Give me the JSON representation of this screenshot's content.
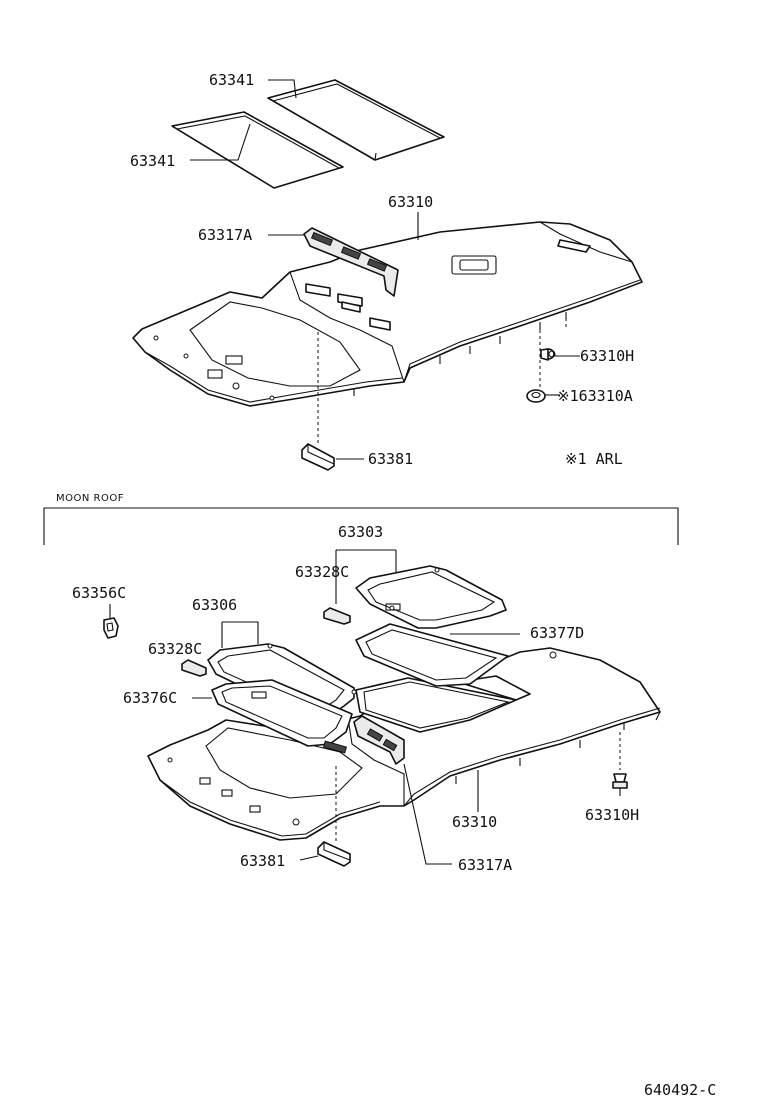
{
  "sections": {
    "moon_roof_label": "MOON ROOF"
  },
  "top_labels": {
    "pad_upper": "63341",
    "pad_lower": "63341",
    "headliner": "63310",
    "bracket": "63317A",
    "clip": "63310H",
    "retainer": "※163310A",
    "lamp": "63381",
    "note": "※1  ARL"
  },
  "bottom_labels": {
    "assy_upper": "63303",
    "spacer_upper": "63328C",
    "seal_upper": "63377D",
    "assy_lower": "63306",
    "spacer_lower": "63328C",
    "seal_lower": "63376C",
    "clip_left": "63356C",
    "headliner": "63310",
    "clip_right": "63310H",
    "lamp": "63381",
    "bracket": "63317A"
  },
  "footer": {
    "drawing_code": "640492-C"
  }
}
